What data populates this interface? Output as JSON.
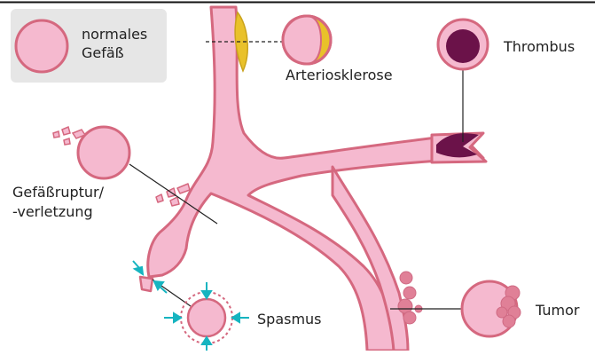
{
  "legend": {
    "label_line1": "normales",
    "label_line2": "Gefäß"
  },
  "labels": {
    "arteriosklerose": "Arteriosklerose",
    "thrombus": "Thrombus",
    "ruptur_line1": "Gefäßruptur/",
    "ruptur_line2": "-verletzung",
    "spasmus": "Spasmus",
    "tumor": "Tumor"
  },
  "colors": {
    "vessel_fill": "#f5b9cf",
    "vessel_wall": "#d5687f",
    "plaque": "#e9c12a",
    "thrombus": "#6b1249",
    "tumor_nodule": "#e08097",
    "spasm_arrow": "#16b4c0",
    "legend_bg": "#e6e6e6",
    "leader_line": "#222222"
  }
}
